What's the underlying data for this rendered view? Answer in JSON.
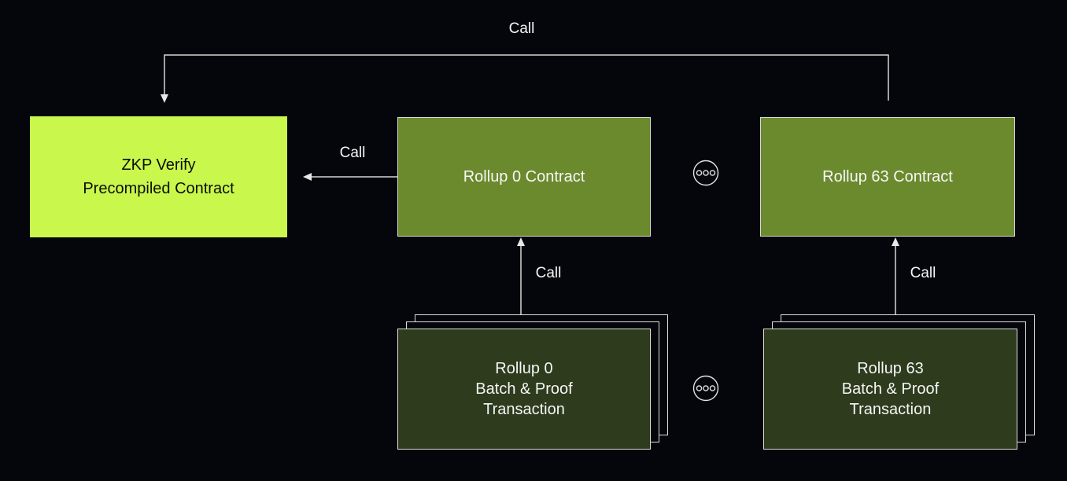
{
  "diagram": {
    "nodes": {
      "zkp_verify": {
        "line1": "ZKP Verify",
        "line2": "Precompiled Contract"
      },
      "rollup0_contract": {
        "label": "Rollup 0 Contract"
      },
      "rollup63_contract": {
        "label": "Rollup 63 Contract"
      },
      "rollup0_transaction": {
        "line1": "Rollup 0",
        "line2": "Batch & Proof",
        "line3": "Transaction"
      },
      "rollup63_transaction": {
        "line1": "Rollup 63",
        "line2": "Batch & Proof",
        "line3": "Transaction"
      }
    },
    "edge_labels": {
      "contracts_to_zkp_top": "Call",
      "rollup0_to_zkp": "Call",
      "tx0_to_rollup0": "Call",
      "tx63_to_rollup63": "Call"
    },
    "icons": {
      "between_contracts": "ellipsis-circle-icon",
      "between_transactions": "ellipsis-circle-icon"
    },
    "colors": {
      "background": "#05060c",
      "zkp_box": "#c9f74b",
      "contract_box": "#6b8a2e",
      "transaction_box": "#2e3b1d",
      "connector_line": "#d6d6d6",
      "text_on_dark_boxes": "#f5f5f5",
      "text_on_zkp_box": "#0d0f07"
    }
  }
}
